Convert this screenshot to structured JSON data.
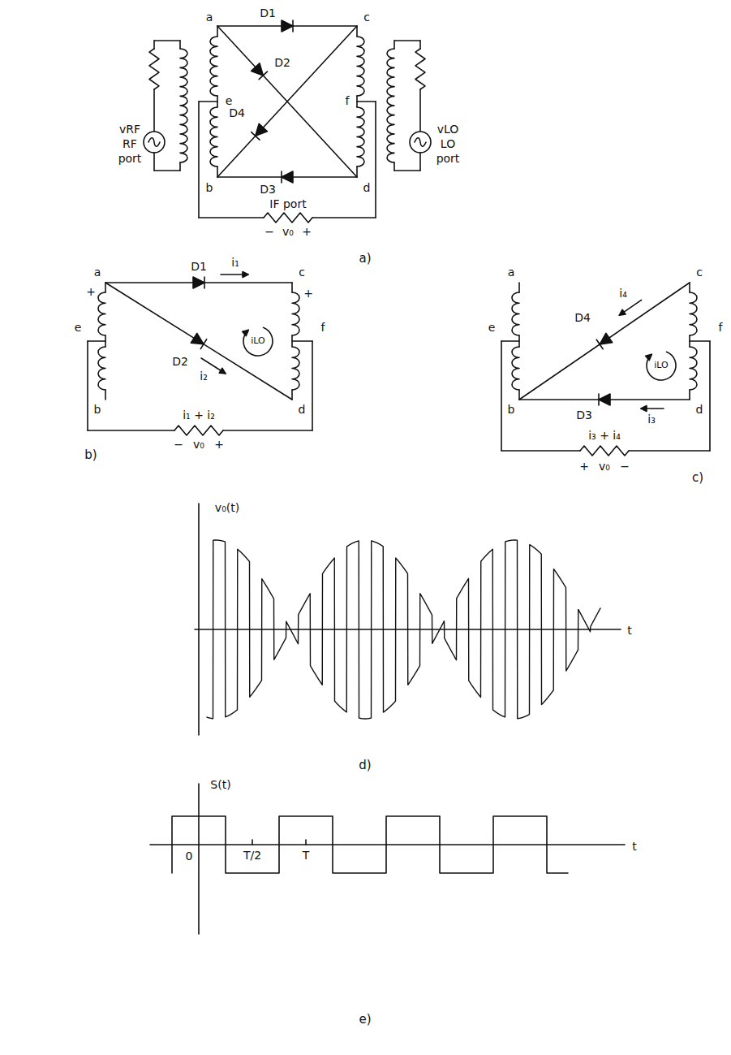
{
  "diagram": {
    "labels": [
      "D1",
      "a",
      "c",
      "D2",
      "D4",
      "e",
      "f",
      "vRF",
      "RF",
      "port",
      "vLO",
      "LO",
      "port",
      "D3",
      "b",
      "d",
      "IF port",
      "−",
      "v₀",
      "+",
      "a)",
      "a",
      "D1",
      "i₁",
      "c",
      "+",
      "+",
      "e",
      "f",
      "iLO",
      "D2",
      "i₂",
      "b",
      "d",
      "i₁ + i₂",
      "−",
      "v₀",
      "+",
      "b)",
      "a",
      "c",
      "i₄",
      "e",
      "D4",
      "f",
      "iLO",
      "b",
      "d",
      "D3",
      "i₃",
      "i₃ + i₄",
      "+",
      "v₀",
      "−",
      "c)",
      "v₀(t)",
      "t",
      "d)",
      "S(t)",
      "0",
      "T/2",
      "T",
      "t",
      "e)"
    ]
  }
}
